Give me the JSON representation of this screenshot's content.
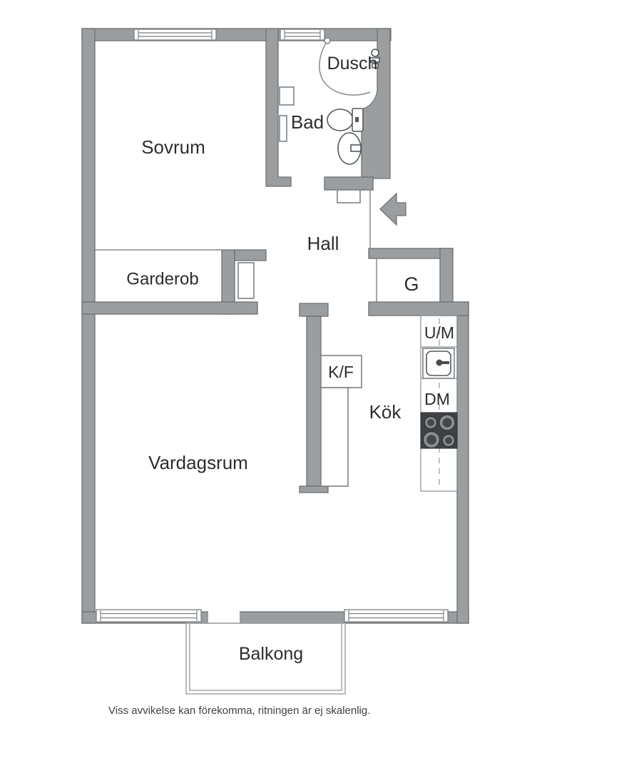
{
  "rooms": {
    "sovrum": "Sovrum",
    "dusch": "Dusch",
    "bad": "Bad",
    "hall": "Hall",
    "garderob": "Garderob",
    "g": "G",
    "kok": "Kök",
    "vardagsrum": "Vardagsrum",
    "balkong": "Balkong"
  },
  "appliances": {
    "kf": "K/F",
    "um": "U/M",
    "dm": "DM"
  },
  "caption": "Viss avvikelse kan förekomma, ritningen är ej skalenlig.",
  "colors": {
    "wall": "#9a9ea0",
    "wall_outline": "#6e7173",
    "stove": "#3f4245",
    "text": "#2d2d2d",
    "background": "#ffffff"
  }
}
